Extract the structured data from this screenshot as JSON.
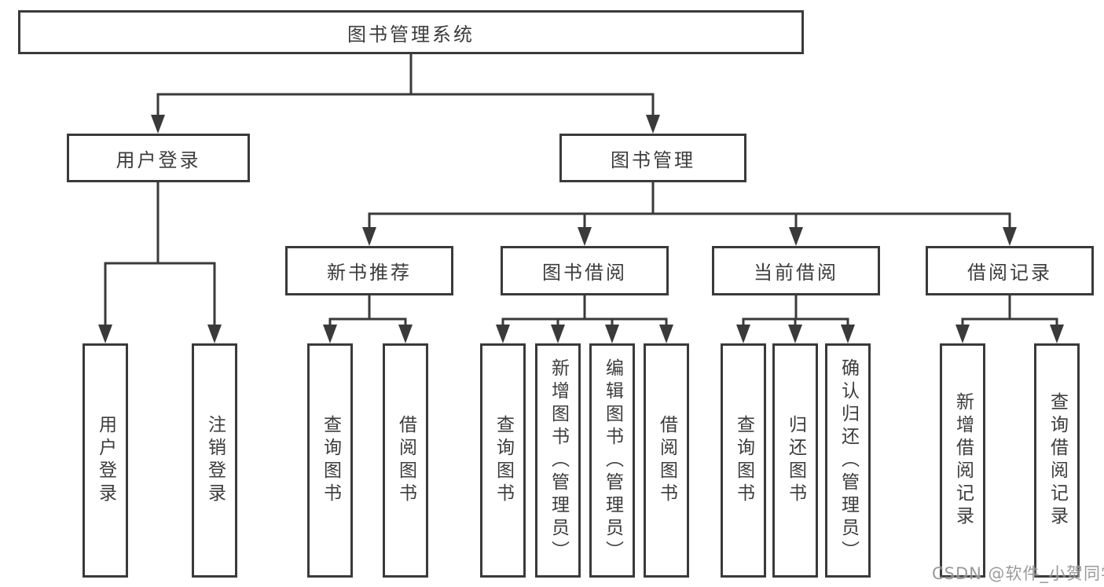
{
  "diagram_type": "functional-structure-tree",
  "colors": {
    "line": "#3a3a3a",
    "box_background": "#ffffff",
    "text": "#3c3c3c",
    "page_background": "#ffffff",
    "watermark": "#7d7d7d"
  },
  "tree": {
    "root": {
      "label": "图书管理系统",
      "children": [
        {
          "label": "用户登录",
          "children": [
            {
              "label": "用户登录"
            },
            {
              "label": "注销登录"
            }
          ]
        },
        {
          "label": "图书管理",
          "children": [
            {
              "label": "新书推荐",
              "children": [
                {
                  "label": "查询图书"
                },
                {
                  "label": "借阅图书"
                }
              ]
            },
            {
              "label": "图书借阅",
              "children": [
                {
                  "label": "查询图书"
                },
                {
                  "label": "新增图书（管理员）"
                },
                {
                  "label": "编辑图书（管理员）"
                },
                {
                  "label": "借阅图书"
                }
              ]
            },
            {
              "label": "当前借阅",
              "children": [
                {
                  "label": "查询图书"
                },
                {
                  "label": "归还图书"
                },
                {
                  "label": "确认归还（管理员）"
                }
              ]
            },
            {
              "label": "借阅记录",
              "children": [
                {
                  "label": "新增借阅记录"
                },
                {
                  "label": "查询借阅记录"
                }
              ]
            }
          ]
        }
      ]
    }
  },
  "watermark": {
    "text": "CSDN @软件_小贺同学"
  }
}
